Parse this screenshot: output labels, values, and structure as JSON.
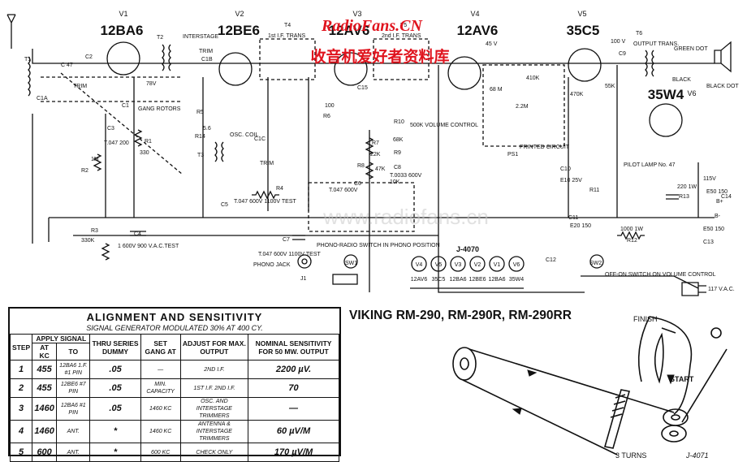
{
  "tubes": [
    {
      "ref": "V1",
      "type": "12BA6"
    },
    {
      "ref": "V2",
      "type": "12BE6"
    },
    {
      "ref": "V3",
      "type": "12AV6"
    },
    {
      "ref": "V4",
      "type": "12AV6"
    },
    {
      "ref": "V5",
      "type": "35C5"
    },
    {
      "ref": "V6",
      "type": "35W4"
    }
  ],
  "watermark": {
    "site": "RadioFans.CN",
    "cn": "收音机爱好者资料库",
    "center": "www.radiofans.cn"
  },
  "labels": {
    "interstage": "INTERSTAGE",
    "trim": "TRIM",
    "first_if": "1st I.F. TRANS",
    "second_if": "2nd I.F. TRANS",
    "gang": "GANG ROTORS",
    "osc_coil": "OSC. COIL",
    "output_trans": "OUTPUT TRANS.",
    "green_dot": "GREEN DOT",
    "black": "BLACK",
    "black_dot": "BLACK DOT",
    "volume": "500K VOLUME CONTROL",
    "printed_circuit": "PRINTED CIRCUIT",
    "pilot": "PILOT LAMP No. 47",
    "phono_switch": "PHONO-RADIO SWITCH IN PHONO POSITION",
    "phono_jack": "PHONO JACK",
    "j4070": "J-4070",
    "off_on": "OFF-ON SWITCH ON VOLUME CONTROL",
    "ac": "117 V.A.C.",
    "v45": "45 V",
    "v100": "100 V",
    "v78": "78V",
    "v115": "115V",
    "b_minus": "B-",
    "b_plus": "B+"
  },
  "components": [
    "T1",
    "T2",
    "T3",
    "T4",
    "T5",
    "T6",
    "C1",
    "C1A",
    "C2",
    "C3",
    "C4",
    "C5",
    "C6",
    "C7",
    "C8",
    "C9",
    "C10",
    "C11",
    "C12",
    "C13",
    "C14",
    "C15",
    "C1B",
    "C1C",
    "R1",
    "R2",
    "R3",
    "R4",
    "R5",
    "R6",
    "R7",
    "R8",
    "R9",
    "R10",
    "R11",
    "R12",
    "R13",
    "R14",
    "SW1",
    "SW2",
    "J1",
    "PS1"
  ],
  "values": [
    "C 47",
    "1M",
    "330",
    "330K",
    "T.047 200",
    "T.047 600V",
    "T.047 600V 1100V TEST",
    "T.047 600V 1100V TEST",
    "5.6",
    "22K",
    "47K",
    "68K",
    "100",
    "2.2M",
    "10K",
    "T.0033 600V",
    "1000 1W",
    "220 1W",
    "E10 25V",
    "E20 150",
    "E50 150",
    "E50 150",
    "55K",
    "470K",
    "410K",
    "68 M",
    "1 600V 900 V.A.C.TEST"
  ],
  "j4070_sockets": [
    {
      "ref": "V4",
      "type": "12AV6"
    },
    {
      "ref": "V5",
      "type": "35C5"
    },
    {
      "ref": "V3",
      "type": "12BA6"
    },
    {
      "ref": "V2",
      "type": "12BE6"
    },
    {
      "ref": "V1",
      "type": "12BA6"
    },
    {
      "ref": "V6",
      "type": "35W4"
    }
  ],
  "alignment": {
    "title": "ALIGNMENT AND SENSITIVITY",
    "subtitle": "SIGNAL GENERATOR MODULATED 30% AT 400 CY.",
    "headers": [
      "STEP",
      "APPLY SIGNAL",
      "THRU SERIES DUMMY",
      "SET GANG AT",
      "ADJUST FOR MAX. OUTPUT",
      "NOMINAL SENSITIVITY FOR 50 MW. OUTPUT"
    ],
    "subheaders": [
      "AT KC",
      "TO"
    ],
    "rows": [
      {
        "step": "1",
        "kc": "455",
        "to": "12BA6 1.F. #1 PIN",
        "dummy": ".05",
        "gang": "—",
        "adjust": "2ND I.F.",
        "sens": "2200 µV."
      },
      {
        "step": "2",
        "kc": "455",
        "to": "12BE6 #7 PIN",
        "dummy": ".05",
        "gang": "MIN. CAPACITY",
        "adjust": "1ST I.F. 2ND I.F.",
        "sens": "70"
      },
      {
        "step": "3",
        "kc": "1460",
        "to": "12BA6 #1 PIN",
        "dummy": ".05",
        "gang": "1460 KC",
        "adjust": "OSC. AND INTERSTAGE TRIMMERS",
        "sens": "—"
      },
      {
        "step": "4",
        "kc": "1460",
        "to": "ANT.",
        "dummy": "*",
        "gang": "1460 KC",
        "adjust": "ANTENNA & INTERSTAGE TRIMMERS",
        "sens": "60 µV/M"
      },
      {
        "step": "5",
        "kc": "600",
        "to": "ANT.",
        "dummy": "*",
        "gang": "600 KC",
        "adjust": "CHECK ONLY",
        "sens": "170 µV/M"
      }
    ]
  },
  "model": "VIKING RM-290, RM-290R, RM-290RR",
  "dial": {
    "finish": "FINISH",
    "start": "START",
    "turns": "3 TURNS",
    "part": "J-4071"
  }
}
